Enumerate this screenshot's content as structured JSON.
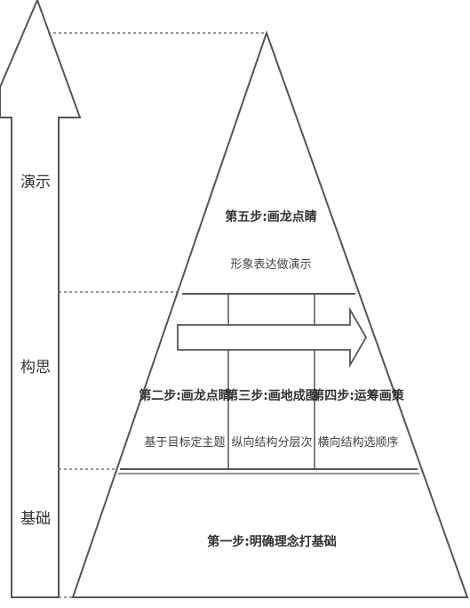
{
  "axis": {
    "levels": [
      "演示",
      "构思",
      "基础"
    ]
  },
  "pyramid": {
    "top": {
      "title": "第五步:画龙点睛",
      "subtitle": "形象表达做演示"
    },
    "middle": [
      {
        "title": "第二步:画龙点睛",
        "subtitle": "基于目标定主题"
      },
      {
        "title": "第三步:画地成图",
        "subtitle": "纵向结构分层次"
      },
      {
        "title": "第四步:运筹画策",
        "subtitle": "横向结构选顺序"
      }
    ],
    "bottom": {
      "title": "第一步:明确理念打基础"
    }
  }
}
